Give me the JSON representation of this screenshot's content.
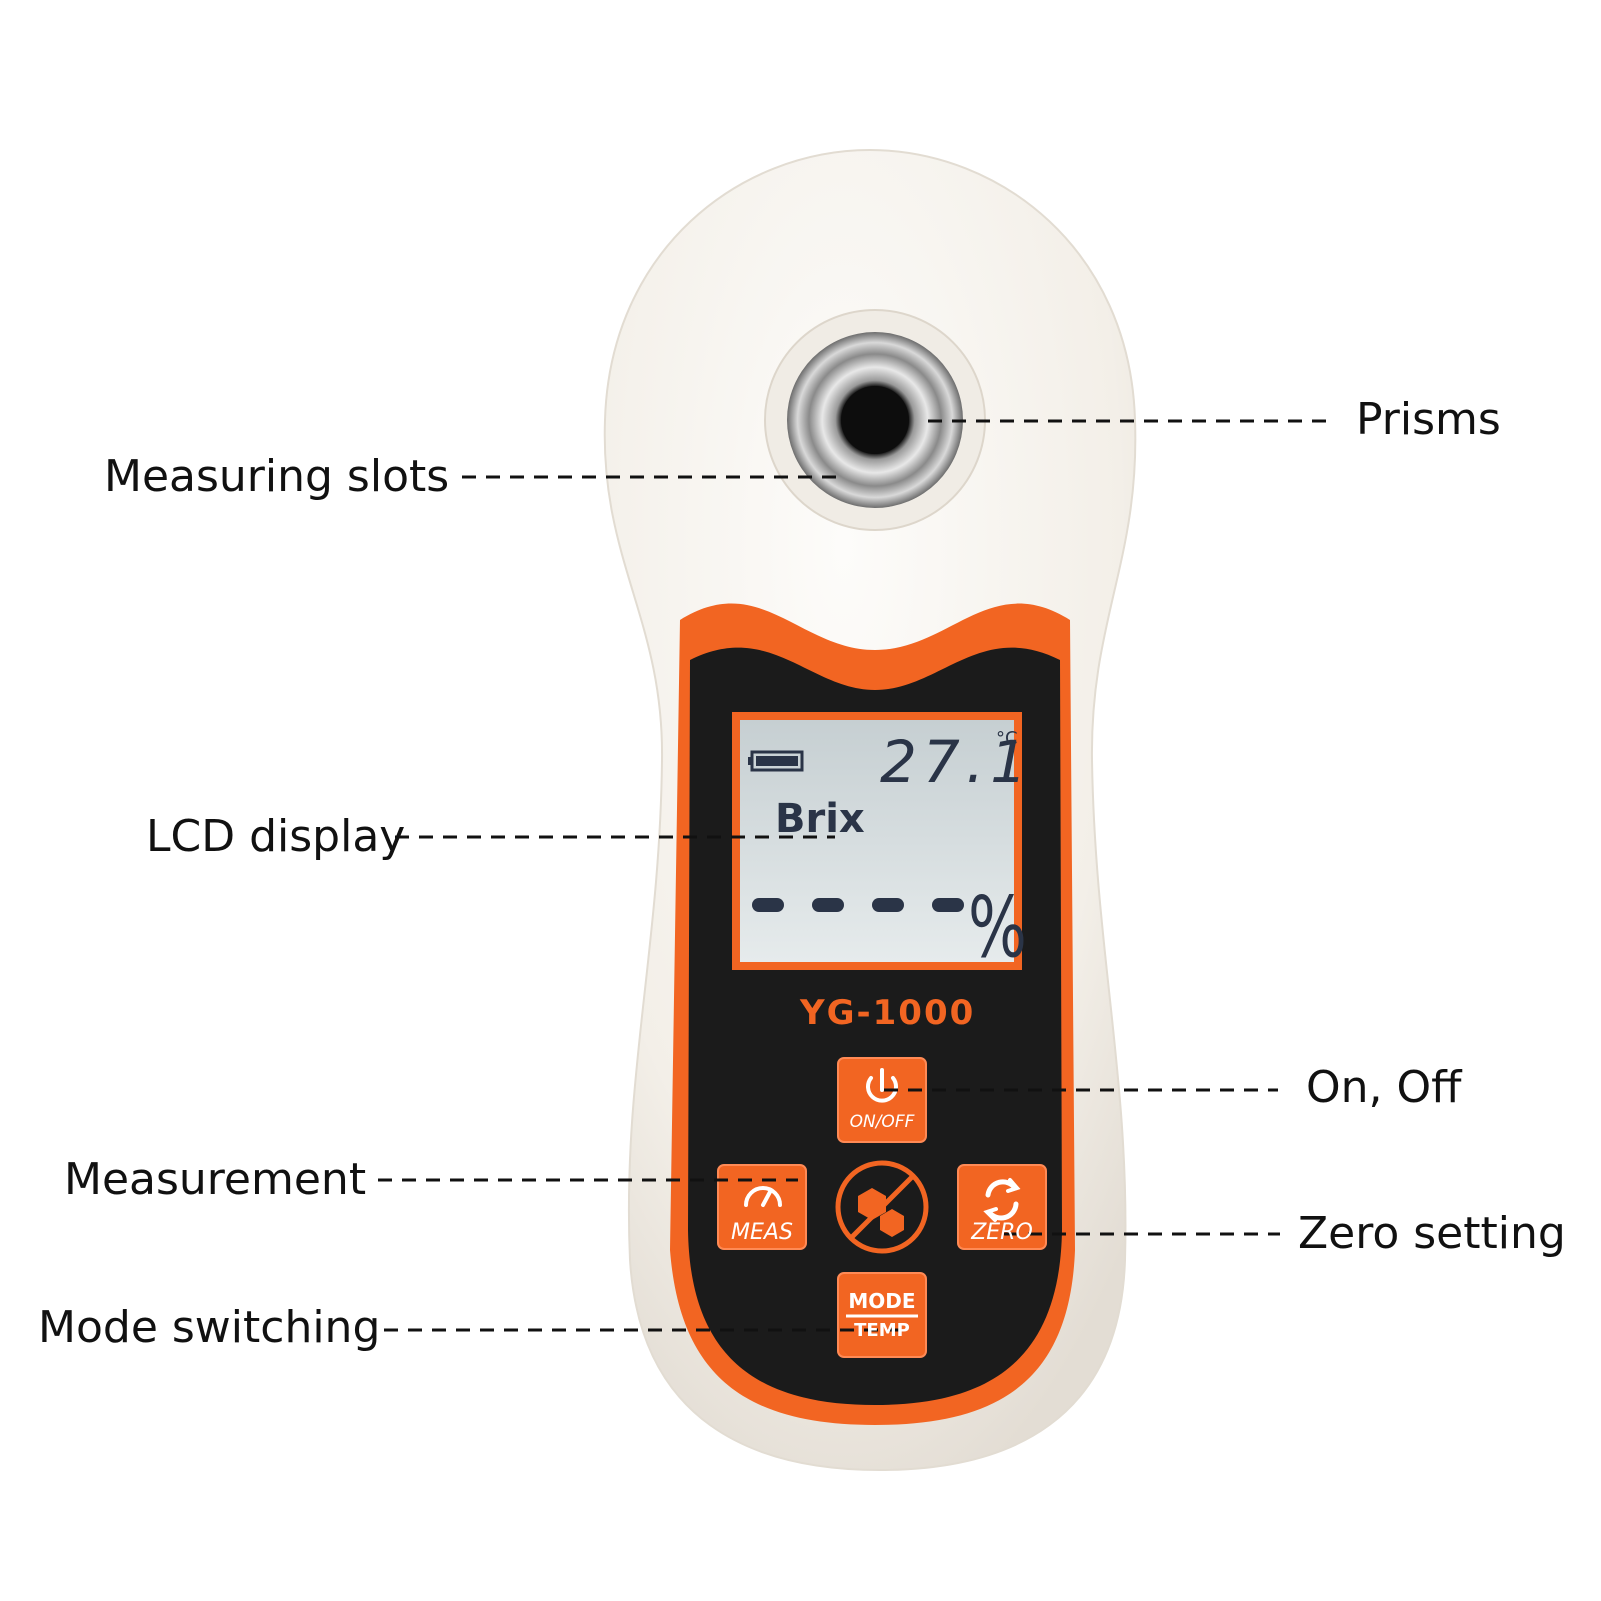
{
  "callouts": {
    "measuring_slots": "Measuring slots",
    "prisms": "Prisms",
    "lcd_display": "LCD display",
    "on_off": "On, Off",
    "measurement": "Measurement",
    "zero_setting": "Zero setting",
    "mode_switching": "Mode switching"
  },
  "device": {
    "model": "YG-1000",
    "lcd": {
      "temperature": "27.1",
      "temp_unit": "°C",
      "scale": "Brix",
      "reading": "----",
      "percent": "%"
    },
    "buttons": {
      "on_off": "ON/OFF",
      "meas": "MEAS",
      "zero": "ZERO",
      "mode": "MODE",
      "temp": "TEMP"
    }
  },
  "colors": {
    "accent": "#f26522",
    "panel": "#1b1b1b",
    "lcd_bg": "#c9d1d3",
    "body": "#f6f3ee"
  }
}
